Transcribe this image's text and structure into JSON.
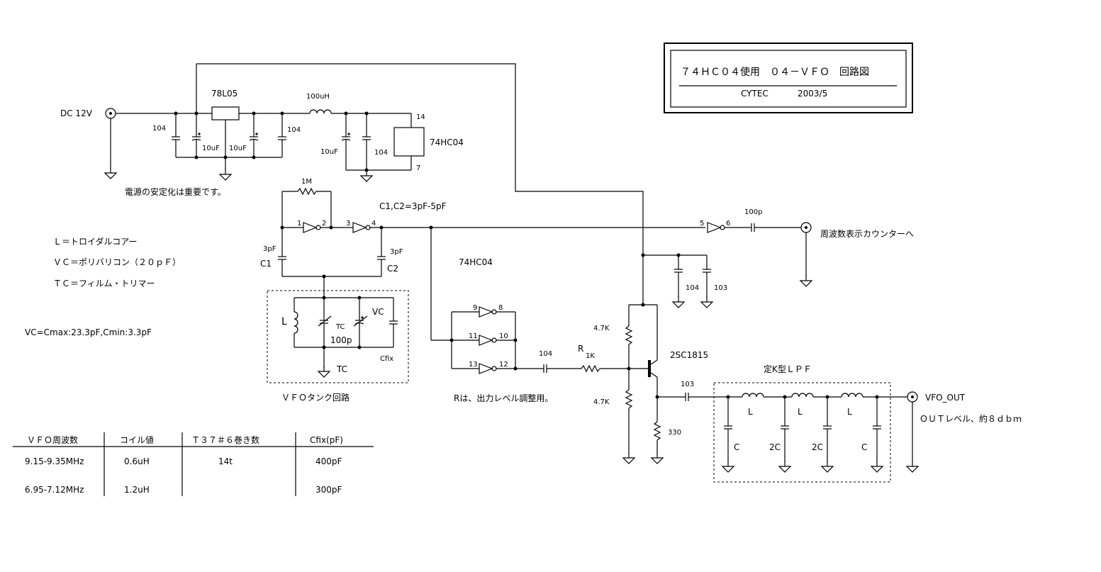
{
  "title_box": {
    "title": "７４ＨＣ０４使用　０４－ＶＦＯ　回路図",
    "company": "CYTEC",
    "date": "2003/5"
  },
  "labels": {
    "dc_in": "DC 12V",
    "regulator": "78L05",
    "choke": "100uH",
    "ic": "74HC04",
    "ic_pin_vcc": "14",
    "ic_pin_gnd": "7",
    "cap_104": "104",
    "cap_10uf": "10uF",
    "cap_103": "103",
    "cap_100p": "100p",
    "note_power": "電源の安定化は重要です。",
    "res_1m": "1M",
    "c1c2_note": "C1,C2=3pF-5pF",
    "cap_3pf": "3pF",
    "c1": "C1",
    "c2": "C2",
    "ic_label2": "74HC04",
    "note_l": "Ｌ＝トロイダルコアー",
    "note_vc": "ＶＣ＝ポリバリコン（２０ｐＦ）",
    "note_tc": "ＴＣ＝フィルム・トリマー",
    "note_vc_range": "VC=Cmax:23.3pF,Cmin:3.3pF",
    "tank_l": "L",
    "tank_tc_small": "TC",
    "tank_100p": "100p",
    "tank_vc": "VC",
    "tank_cfix": "Cfix",
    "tank_tc": "TC",
    "tank_title": "ＶＦＯタンク回路",
    "counter_out": "周波数表示カウンターへ",
    "res_47k": "4.7K",
    "transistor": "2SC1815",
    "res_r": "R",
    "res_1k": "1K",
    "note_r": "Rは、出力レベル調整用。",
    "res_330": "330",
    "lpf_title": "定K型ＬＰＦ",
    "lpf_l": "L",
    "lpf_c": "C",
    "lpf_2c": "2C",
    "vfo_out": "VFO_OUT",
    "out_level": "ＯＵＴレベル、約８ｄｂｍ",
    "pins": {
      "p1": "1",
      "p2": "2",
      "p3": "3",
      "p4": "4",
      "p5": "5",
      "p6": "6",
      "p8": "8",
      "p9": "9",
      "p10": "10",
      "p11": "11",
      "p12": "12",
      "p13": "13"
    }
  },
  "table": {
    "headers": [
      "ＶＦＯ周波数",
      "コイル値",
      "Ｔ３７＃６巻き数",
      "Cfix(pF)"
    ],
    "rows": [
      [
        "9.15-9.35MHz",
        "0.6uH",
        "14t",
        "400pF"
      ],
      [
        "6.95-7.12MHz",
        "1.2uH",
        "",
        "300pF"
      ]
    ]
  }
}
